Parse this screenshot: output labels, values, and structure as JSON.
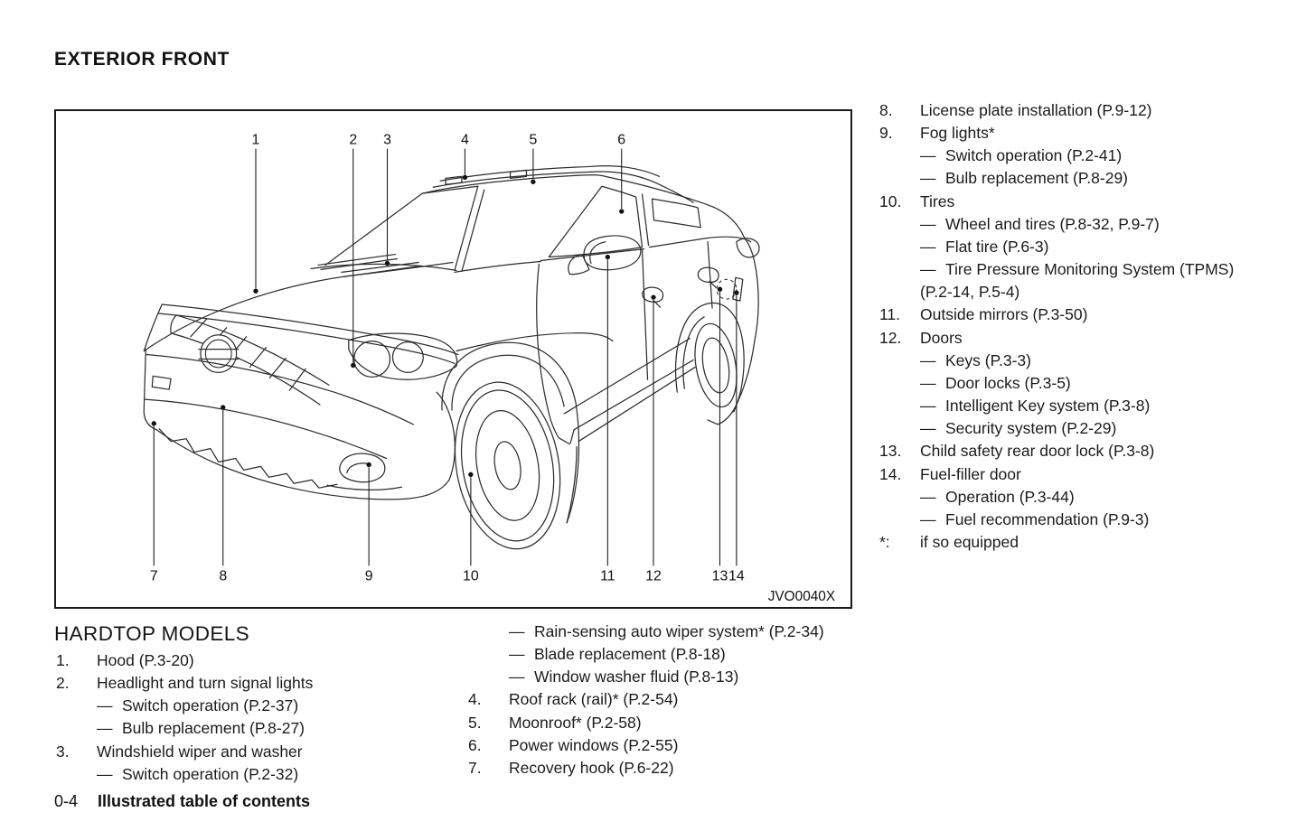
{
  "title": "EXTERIOR FRONT",
  "diagram": {
    "figure_code": "JVO0040X",
    "top_callouts": [
      "1",
      "2",
      "3",
      "4",
      "5",
      "6"
    ],
    "bottom_callouts": [
      "7",
      "8",
      "9",
      "10",
      "11",
      "12",
      "13",
      "14"
    ]
  },
  "right_list": {
    "items": [
      {
        "type": "main",
        "num": "8.",
        "text": "License plate installation (P.9-12)"
      },
      {
        "type": "main",
        "num": "9.",
        "text": "Fog lights*"
      },
      {
        "type": "sub",
        "num": "",
        "text": "Switch operation (P.2-41)"
      },
      {
        "type": "sub",
        "num": "",
        "text": "Bulb replacement (P.8-29)"
      },
      {
        "type": "main",
        "num": "10.",
        "text": "Tires"
      },
      {
        "type": "sub",
        "num": "",
        "text": "Wheel and tires (P.8-32, P.9-7)"
      },
      {
        "type": "sub",
        "num": "",
        "text": "Flat tire (P.6-3)"
      },
      {
        "type": "sub",
        "num": "",
        "text": "Tire Pressure Monitoring System (TPMS)"
      },
      {
        "type": "cont",
        "num": "",
        "text": "(P.2-14, P.5-4)"
      },
      {
        "type": "main",
        "num": "11.",
        "text": "Outside mirrors (P.3-50)"
      },
      {
        "type": "main",
        "num": "12.",
        "text": "Doors"
      },
      {
        "type": "sub",
        "num": "",
        "text": "Keys (P.3-3)"
      },
      {
        "type": "sub",
        "num": "",
        "text": "Door locks (P.3-5)"
      },
      {
        "type": "sub",
        "num": "",
        "text": "Intelligent Key system (P.3-8)"
      },
      {
        "type": "sub",
        "num": "",
        "text": "Security system (P.2-29)"
      },
      {
        "type": "main",
        "num": "13.",
        "text": "Child safety rear door lock (P.3-8)"
      },
      {
        "type": "main",
        "num": "14.",
        "text": "Fuel-filler door"
      },
      {
        "type": "sub",
        "num": "",
        "text": "Operation (P.3-44)"
      },
      {
        "type": "sub",
        "num": "",
        "text": "Fuel recommendation (P.9-3)"
      },
      {
        "type": "main",
        "num": "*:",
        "text": "if so equipped"
      }
    ]
  },
  "hardtop": {
    "heading": "HARDTOP MODELS",
    "left_items": [
      {
        "type": "main",
        "num": "1.",
        "text": "Hood (P.3-20)"
      },
      {
        "type": "main",
        "num": "2.",
        "text": "Headlight and turn signal lights"
      },
      {
        "type": "sub",
        "num": "",
        "text": "Switch operation (P.2-37)"
      },
      {
        "type": "sub",
        "num": "",
        "text": "Bulb replacement (P.8-27)"
      },
      {
        "type": "main",
        "num": "3.",
        "text": "Windshield wiper and washer"
      },
      {
        "type": "sub",
        "num": "",
        "text": "Switch operation (P.2-32)"
      }
    ],
    "middle_items": [
      {
        "type": "sub",
        "num": "",
        "text": "Rain-sensing auto wiper system* (P.2-34)"
      },
      {
        "type": "sub",
        "num": "",
        "text": "Blade replacement (P.8-18)"
      },
      {
        "type": "sub",
        "num": "",
        "text": "Window washer fluid (P.8-13)"
      },
      {
        "type": "main",
        "num": "4.",
        "text": "Roof rack (rail)* (P.2-54)"
      },
      {
        "type": "main",
        "num": "5.",
        "text": "Moonroof* (P.2-58)"
      },
      {
        "type": "main",
        "num": "6.",
        "text": "Power windows (P.2-55)"
      },
      {
        "type": "main",
        "num": "7.",
        "text": "Recovery hook (P.6-22)"
      }
    ]
  },
  "footer": {
    "page_number": "0-4",
    "title": "Illustrated table of contents"
  }
}
